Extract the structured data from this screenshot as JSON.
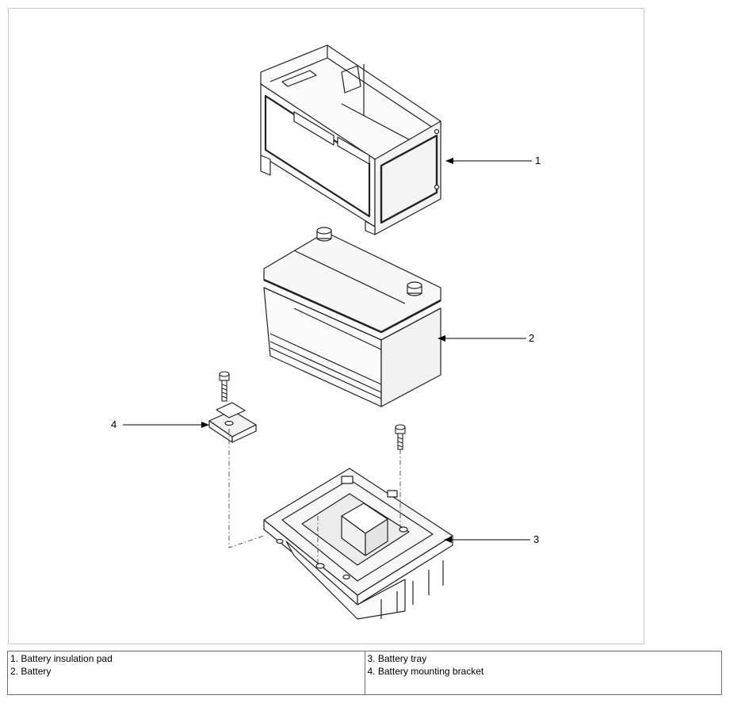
{
  "callouts": {
    "insulation_pad": "1",
    "battery": "2",
    "tray": "3",
    "bracket": "4"
  },
  "legend": {
    "col1": [
      "1. Battery insulation pad",
      "2. Battery"
    ],
    "col2": [
      "3. Battery tray",
      "4. Battery mounting bracket"
    ]
  }
}
